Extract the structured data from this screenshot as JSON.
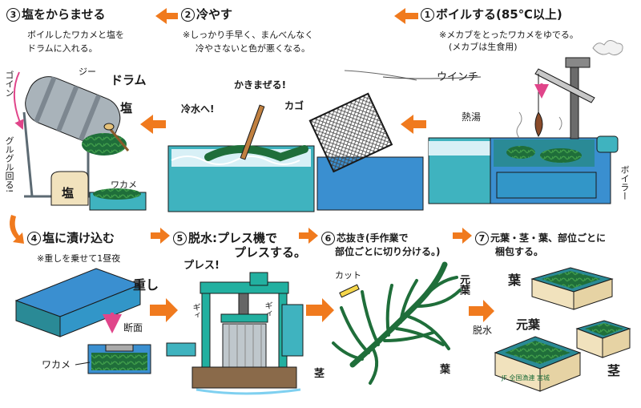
{
  "steps": {
    "s1": {
      "num": "1",
      "title": "ボイルする(85℃以上)",
      "note1": "※メカブをとったワカメをゆでる。",
      "note2": "(メカブは生食用)"
    },
    "s2": {
      "num": "2",
      "title": "冷やす",
      "note1": "※しっかり手早く、まんべんなく",
      "note2": "冷やさないと色が悪くなる。"
    },
    "s3": {
      "num": "3",
      "title": "塩をからませる",
      "note1": "ボイルしたワカメと塩を",
      "note2": "ドラムに入れる。"
    },
    "s4": {
      "num": "4",
      "title": "塩に漬け込む",
      "note1": "※重しを乗せて1昼夜"
    },
    "s5": {
      "num": "5",
      "title": "脱水:プレス機で",
      "title2": "プレスする。"
    },
    "s6": {
      "num": "6",
      "title": "芯抜き(手作業で",
      "title2": "部位ごとに切り分ける。)"
    },
    "s7": {
      "num": "7",
      "title": "元葉・茎・葉、部位ごとに",
      "title2": "梱包する。"
    }
  },
  "labels": {
    "winch": "ウインチ",
    "hot_water": "熱湯",
    "boiler": "ボイラー",
    "stir": "かきまぜる!",
    "basket": "カゴ",
    "cold_water": "冷水へ!",
    "drum": "ドラム",
    "goin": "ゴイン",
    "jii": "ジー",
    "salt": "塩",
    "salt_bag": "塩",
    "guruguru": "グルグル回る!",
    "wakame1": "ワカメ",
    "weight": "重し",
    "section": "断面",
    "wakame2": "ワカメ",
    "press": "プレス!",
    "gii_left": "ギィ",
    "gii_right": "ギィ",
    "cut": "カット",
    "motoha1": "元葉",
    "kuki1": "茎",
    "ha1": "葉",
    "dassui": "脱水",
    "ha2": "葉",
    "motoha2": "元葉",
    "kuki2": "茎",
    "box_print": "JF 全国漁連 宮城"
  },
  "colors": {
    "tank": "#3fb3bf",
    "tank_dark": "#2a8a96",
    "tank_blue": "#3a8fd0",
    "water": "#d8f0f6",
    "wakame": "#1f6e3a",
    "wakame_light": "#3f9c4a",
    "arrow": "#f07a1e",
    "steel": "#a9b3ba",
    "box": "#f1e2bd",
    "pink": "#e0458a",
    "press": "#22b0a0"
  }
}
